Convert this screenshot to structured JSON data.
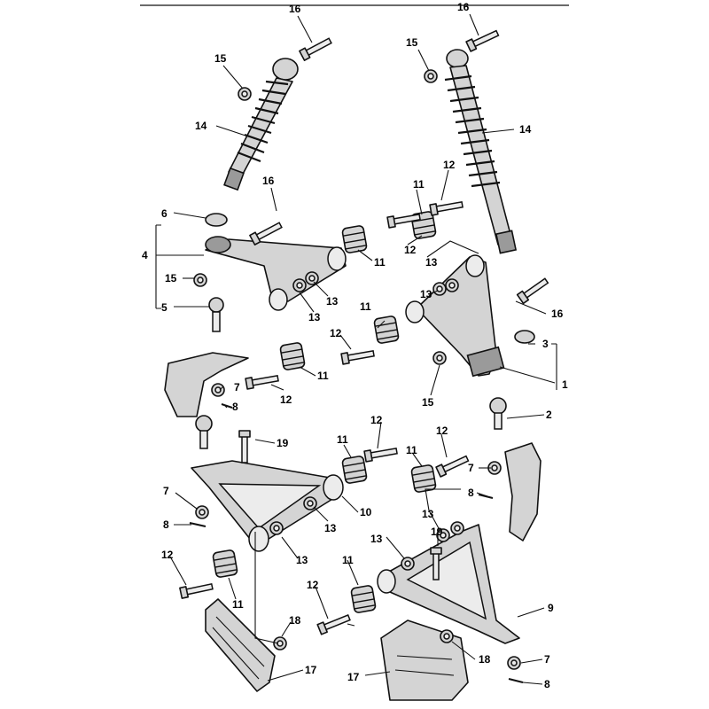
{
  "diagram": {
    "callouts": {
      "c1": "1",
      "c2": "2",
      "c3": "3",
      "c4": "4",
      "c5": "5",
      "c6": "6",
      "c7a": "7",
      "c7b": "7",
      "c7c": "7",
      "c8a": "8",
      "c8b": "8",
      "c8c": "8",
      "c8d": "8",
      "c9": "9",
      "c10": "10",
      "c11a": "11",
      "c11b": "11",
      "c11c": "11",
      "c11d": "11",
      "c11e": "11",
      "c11f": "11",
      "c11g": "11",
      "c11h": "11",
      "c12a": "12",
      "c12b": "12",
      "c12c": "12",
      "c12d": "12",
      "c12e": "12",
      "c12f": "12",
      "c12g": "12",
      "c12h": "12",
      "c13a": "13",
      "c13b": "13",
      "c13c": "13",
      "c13d": "13",
      "c13e": "13",
      "c13f": "13",
      "c13g": "13",
      "c13h": "13",
      "c14a": "14",
      "c14b": "14",
      "c15a": "15",
      "c15b": "15",
      "c15c": "15",
      "c15d": "15",
      "c16a": "16",
      "c16b": "16",
      "c16c": "16",
      "c16d": "16",
      "c17a": "17",
      "c17b": "17",
      "c18a": "18",
      "c18b": "18",
      "c19a": "19",
      "c19b": "19"
    }
  }
}
